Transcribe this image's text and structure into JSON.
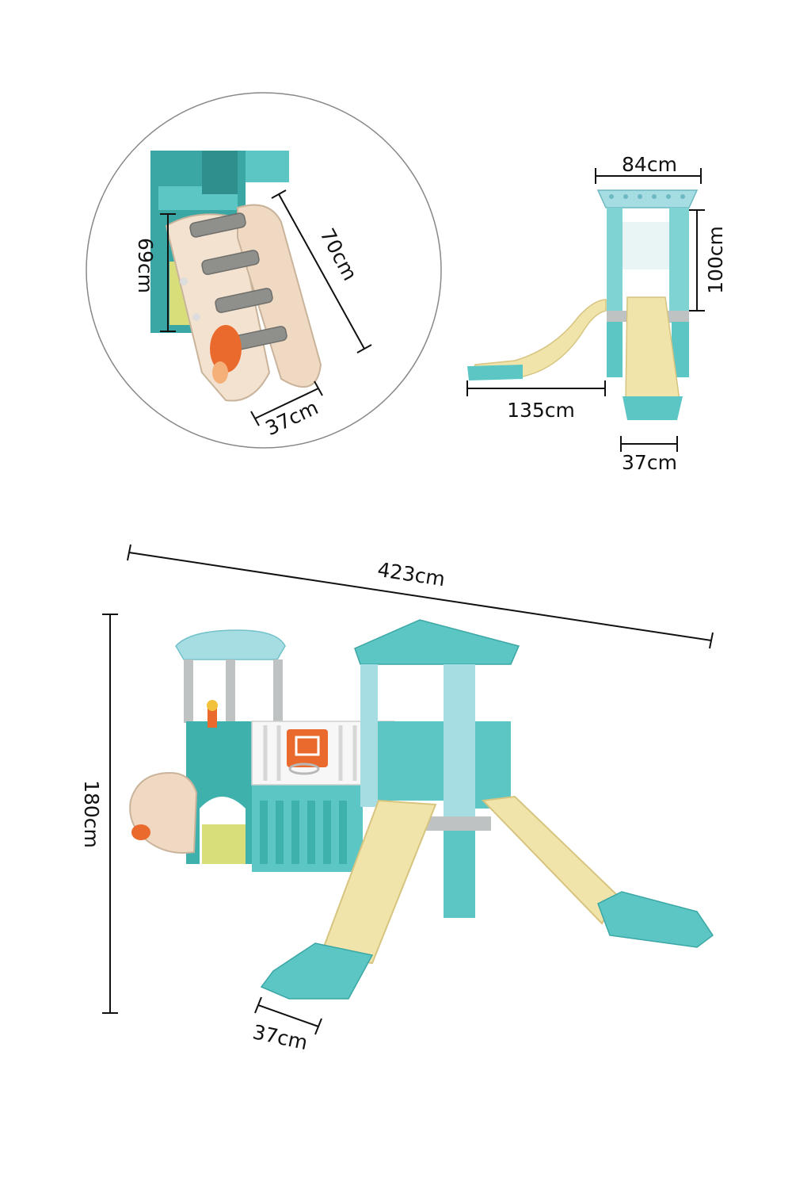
{
  "colors": {
    "teal": "#5cc6c4",
    "teal_dark": "#3aa7a5",
    "light_blue": "#a6dde3",
    "cream": "#f1e4ab",
    "beige": "#efd9c2",
    "grey": "#9a9a96",
    "orange": "#ea6a2e",
    "white": "#f7f7f7",
    "ink": "#111111"
  },
  "ladder_detail": {
    "height_label": "69cm",
    "length_label": "70cm",
    "width_label": "37cm"
  },
  "slide_side_view": {
    "top_width_label": "84cm",
    "height_label": "100cm",
    "slide_length_label": "135cm",
    "slide_width_label": "37cm"
  },
  "full_set": {
    "total_length_label": "423cm",
    "total_height_label": "180cm",
    "slide_width_label": "37cm"
  }
}
